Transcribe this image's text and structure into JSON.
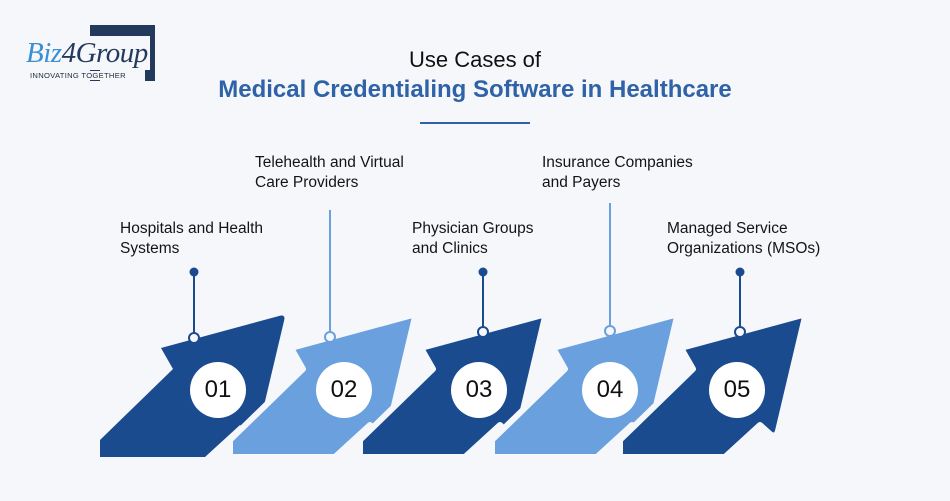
{
  "logo": {
    "name_part1": "Biz",
    "name_part2": "4",
    "name_part3": "Group",
    "tagline": "INNOVATING TOGETHER"
  },
  "header": {
    "title_line1": "Use Cases of",
    "title_line2": "Medical Credentialing Software in Healthcare"
  },
  "colors": {
    "dark_blue": "#1b4b8f",
    "light_blue": "#6aa0dd",
    "title_blue": "#2f62a6",
    "background": "#f5f7fb"
  },
  "steps": [
    {
      "number": "01",
      "label_line1": "Hospitals and Health",
      "label_line2": "Systems",
      "color": "dark"
    },
    {
      "number": "02",
      "label_line1": "Telehealth and Virtual",
      "label_line2": "Care Providers",
      "color": "light"
    },
    {
      "number": "03",
      "label_line1": "Physician Groups",
      "label_line2": "and Clinics",
      "color": "dark"
    },
    {
      "number": "04",
      "label_line1": "Insurance Companies",
      "label_line2": "and Payers",
      "color": "light"
    },
    {
      "number": "05",
      "label_line1": "Managed Service",
      "label_line2": "Organizations (MSOs)",
      "color": "dark"
    }
  ]
}
